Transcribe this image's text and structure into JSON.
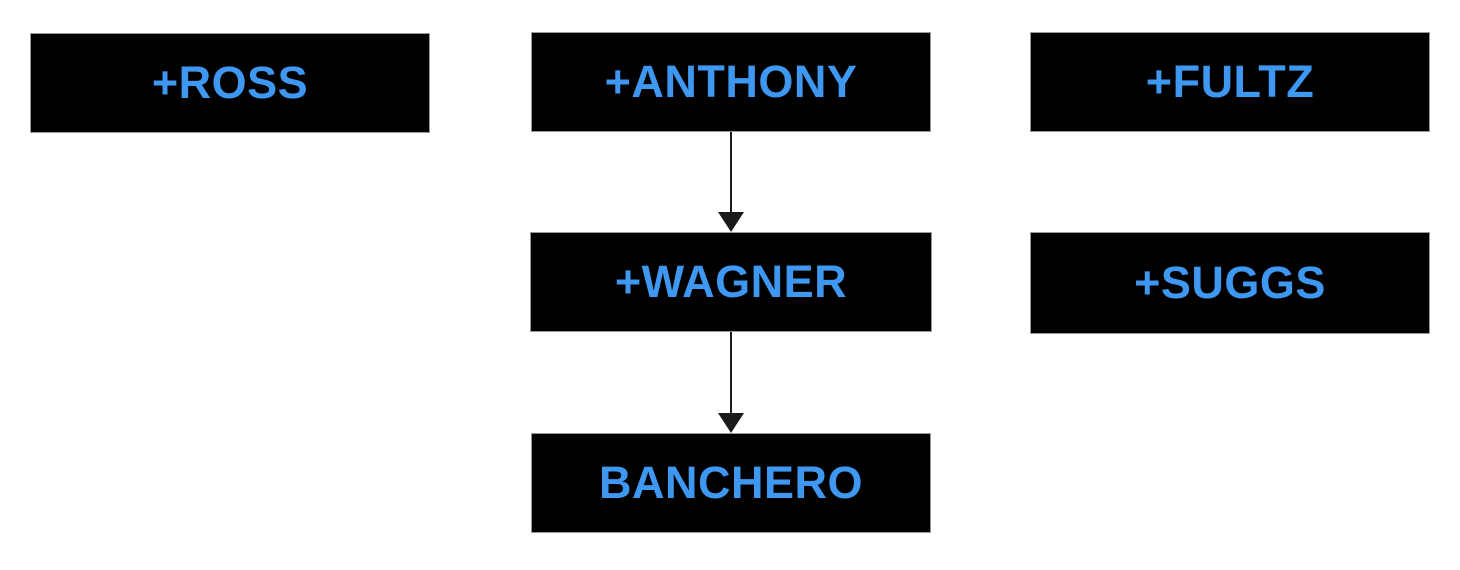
{
  "diagram": {
    "background_color": "#ffffff",
    "node_fill_color": "#000000",
    "node_border_color": "#999999",
    "node_text_color": "#3e97f0",
    "arrow_color": "#1a1a1a",
    "nodes": [
      {
        "id": "ross",
        "label": "+ROSS"
      },
      {
        "id": "anthony",
        "label": "+ANTHONY"
      },
      {
        "id": "fultz",
        "label": "+FULTZ"
      },
      {
        "id": "wagner",
        "label": "+WAGNER"
      },
      {
        "id": "suggs",
        "label": "+SUGGS"
      },
      {
        "id": "banchero",
        "label": "BANCHERO"
      }
    ],
    "edges": [
      {
        "from": "anthony",
        "to": "wagner",
        "direction": "down",
        "style": "solid-arrow"
      },
      {
        "from": "wagner",
        "to": "banchero",
        "direction": "down",
        "style": "solid-arrow"
      }
    ]
  }
}
